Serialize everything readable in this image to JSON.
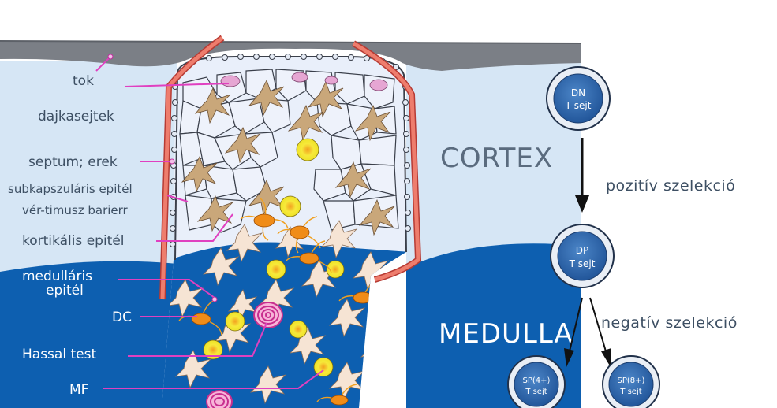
{
  "regions": {
    "cortex": "CORTEX",
    "medulla": "MEDULLA"
  },
  "labels": {
    "tok": "tok",
    "dajkasejtek": "dajkasejtek",
    "septum": "septum;  erek",
    "subkapszularis": "subkapszuláris  epitél",
    "ver_timusz": "vér-timusz  barierr",
    "kortikalis": "kortikális  epitél",
    "medullaris_1": "medulláris",
    "medullaris_2": "epitél",
    "dc": "DC",
    "hassal": "Hassal  test",
    "mf": "MF"
  },
  "selection": {
    "positive": "pozitív  szelekció",
    "negative": "negatív  szelekció"
  },
  "cells": {
    "dn_1": "DN",
    "dn_2": "T  sejt",
    "dp_1": "DP",
    "dp_2": "T  sejt",
    "sp4_1": "SP(4+)",
    "sp4_2": "T  sejt",
    "sp8_1": "SP(8+)",
    "sp8_2": "T  sejt"
  },
  "colors": {
    "cortex": "#d6e6f5",
    "medulla": "#0d5fb0",
    "capsule": "#7b7f86",
    "vessel": "#e66a5c",
    "leader": "#e040c0",
    "cell_blue": "#2f66a8"
  }
}
